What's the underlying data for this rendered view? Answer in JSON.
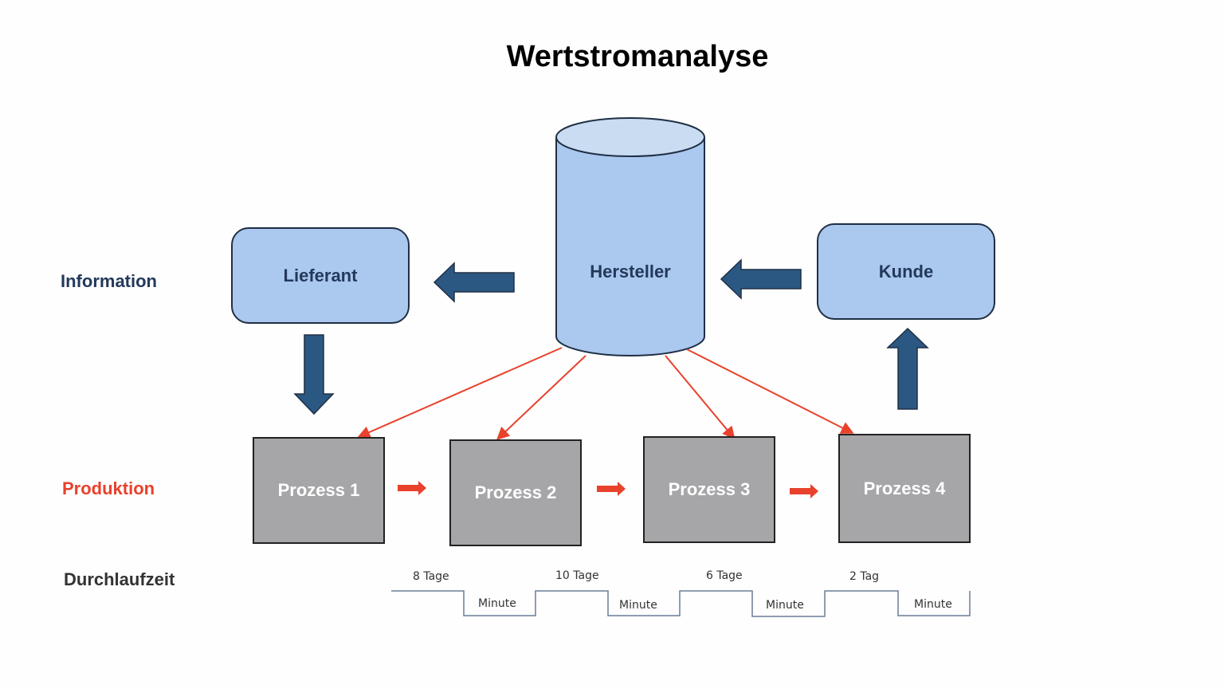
{
  "title": "Wertstromanalyse",
  "rows": {
    "information": "Information",
    "produktion": "Produktion",
    "durchlaufzeit": "Durchlaufzeit"
  },
  "nodes": {
    "lieferant": "Lieferant",
    "hersteller": "Hersteller",
    "kunde": "Kunde"
  },
  "processes": [
    "Prozess 1",
    "Prozess 2",
    "Prozess 3",
    "Prozess 4"
  ],
  "lead_time": {
    "wait": [
      "8 Tage",
      "10 Tage",
      "6 Tage",
      "2 Tag"
    ],
    "process": [
      "Minute",
      "Minute",
      "Minute",
      "Minute"
    ]
  },
  "colors": {
    "info_arrow": "#2b5882",
    "flow_arrow": "#e8412c",
    "blue_fill": "#abc8ee",
    "gray_fill": "#a6a5a8"
  }
}
